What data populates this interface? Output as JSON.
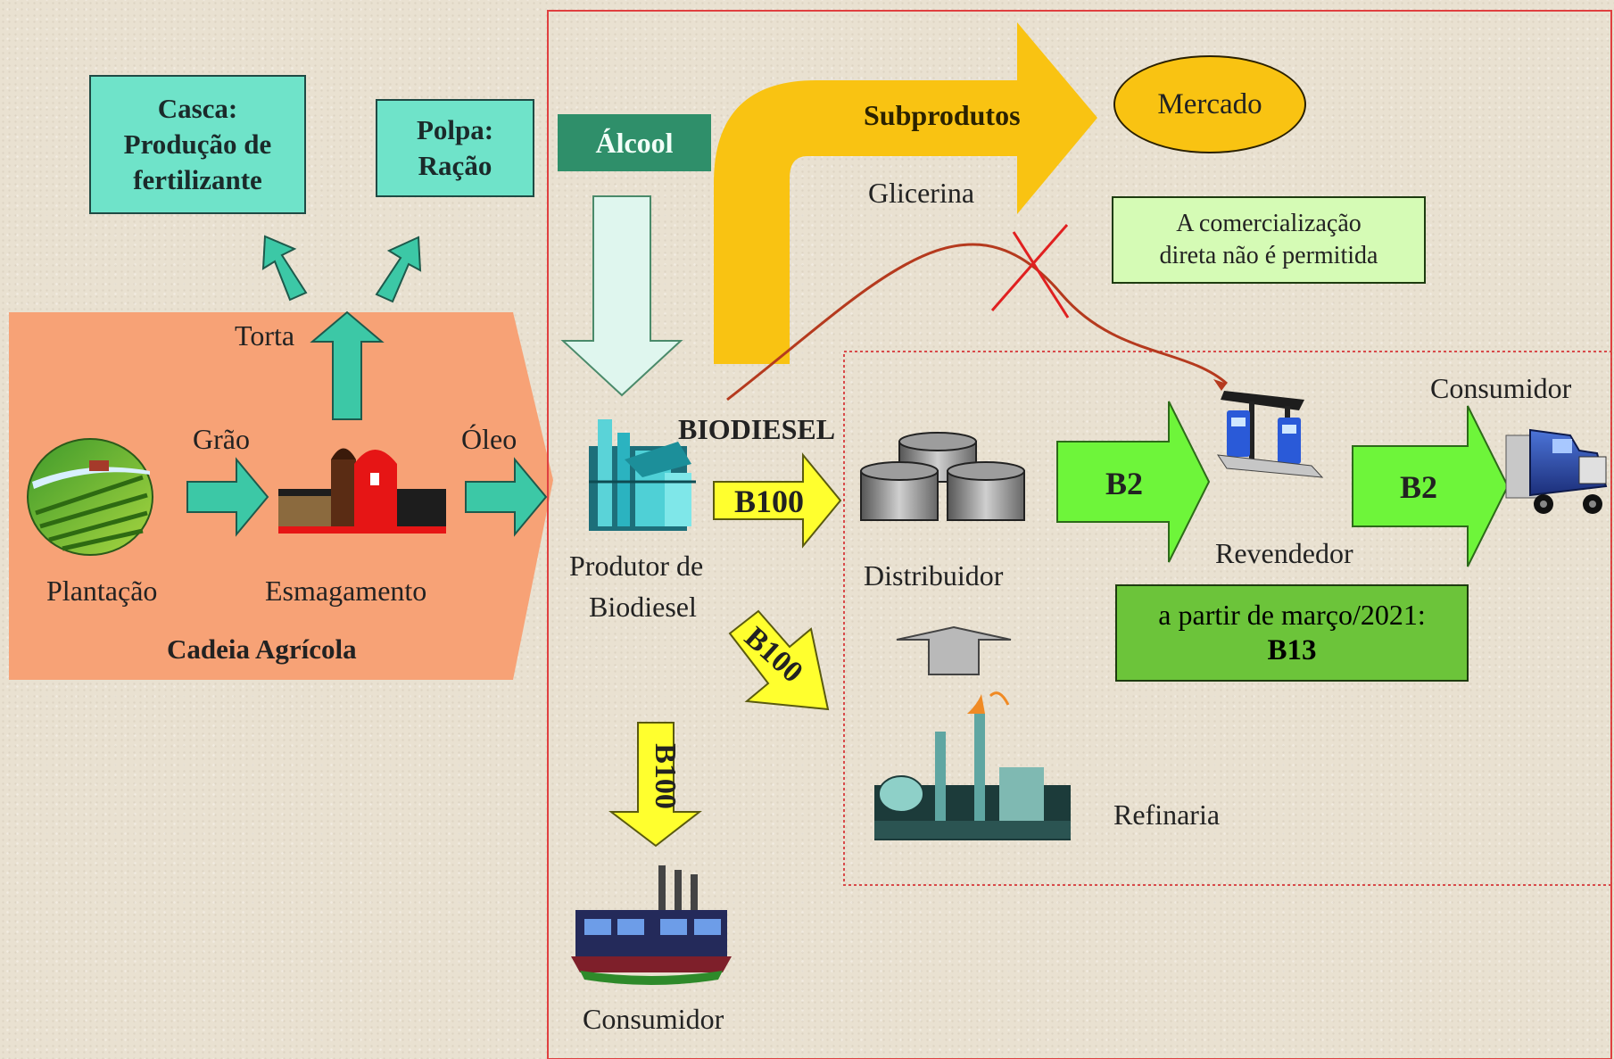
{
  "boxes": {
    "casca": [
      "Casca:",
      "Produção de",
      "fertilizante"
    ],
    "polpa": [
      "Polpa:",
      "Ração"
    ],
    "alcool": "Álcool",
    "mercado": "Mercado",
    "comercializacao": [
      "A comercialização",
      "direta não é permitida"
    ],
    "b13": [
      "a partir de março/2021:",
      "B13"
    ]
  },
  "labels": {
    "subprodutos": "Subprodutos",
    "glicerina": "Glicerina",
    "torta": "Torta",
    "grao": "Grão",
    "oleo": "Óleo",
    "plantacao": "Plantação",
    "esmagamento": "Esmagamento",
    "cadeia_agricola": "Cadeia Agrícola",
    "biodiesel": "BIODIESEL",
    "produtor": [
      "Produtor de",
      "Biodiesel"
    ],
    "distribuidor": "Distribuidor",
    "revendedor": "Revendedor",
    "consumidor_truck": "Consumidor",
    "consumidor_factory": "Consumidor",
    "refinaria": "Refinaria"
  },
  "arrows": {
    "b100_right": "B100",
    "b100_diag": "B100",
    "b100_down": "B100",
    "b2_first": "B2",
    "b2_second": "B2"
  },
  "colors": {
    "background": "#e9e1d1",
    "agri_chain": "#f7a276",
    "teal": "#6fe3c9",
    "alcool_box": "#2f8f6a",
    "subproducts_arrow": "#f9c312",
    "mercado": "#f9c312",
    "b100_arrow": "#ffff2e",
    "b2_arrow": "#6ef53a",
    "b13_box": "#6cc43a",
    "note_box": "#d5fbb5",
    "red_frame": "#e04040"
  }
}
